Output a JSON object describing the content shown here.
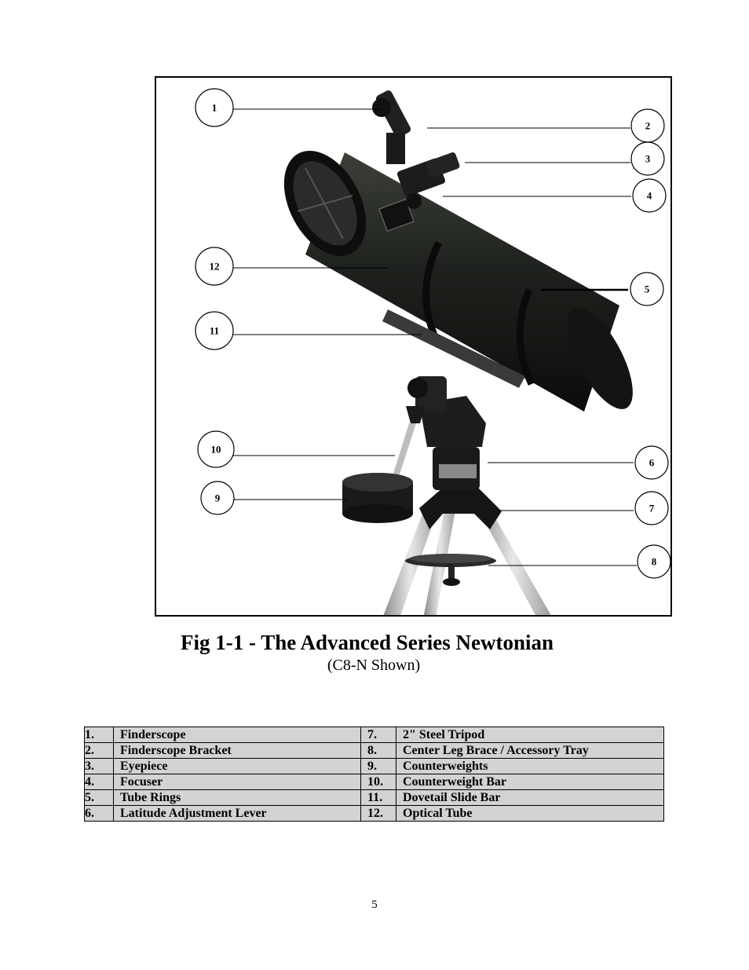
{
  "figure": {
    "title": "Fig 1-1  - The Advanced Series Newtonian",
    "subtitle": "(C8-N Shown)",
    "callouts": [
      "1",
      "2",
      "3",
      "4",
      "5",
      "6",
      "7",
      "8",
      "9",
      "10",
      "11",
      "12"
    ]
  },
  "legend": {
    "rows": [
      {
        "n1": "1.",
        "l1": "Finderscope",
        "n2": "7.",
        "l2": "2\" Steel Tripod"
      },
      {
        "n1": "2.",
        "l1": "Finderscope Bracket",
        "n2": "8.",
        "l2": "Center Leg Brace / Accessory Tray"
      },
      {
        "n1": "3.",
        "l1": "Eyepiece",
        "n2": "9.",
        "l2": "Counterweights"
      },
      {
        "n1": "4.",
        "l1": "Focuser",
        "n2": "10.",
        "l2": "Counterweight Bar"
      },
      {
        "n1": "5.",
        "l1": "Tube Rings",
        "n2": "11.",
        "l2": "Dovetail Slide Bar"
      },
      {
        "n1": "6.",
        "l1": "Latitude Adjustment Lever",
        "n2": "12.",
        "l2": "Optical Tube"
      }
    ]
  },
  "page_number": "5"
}
